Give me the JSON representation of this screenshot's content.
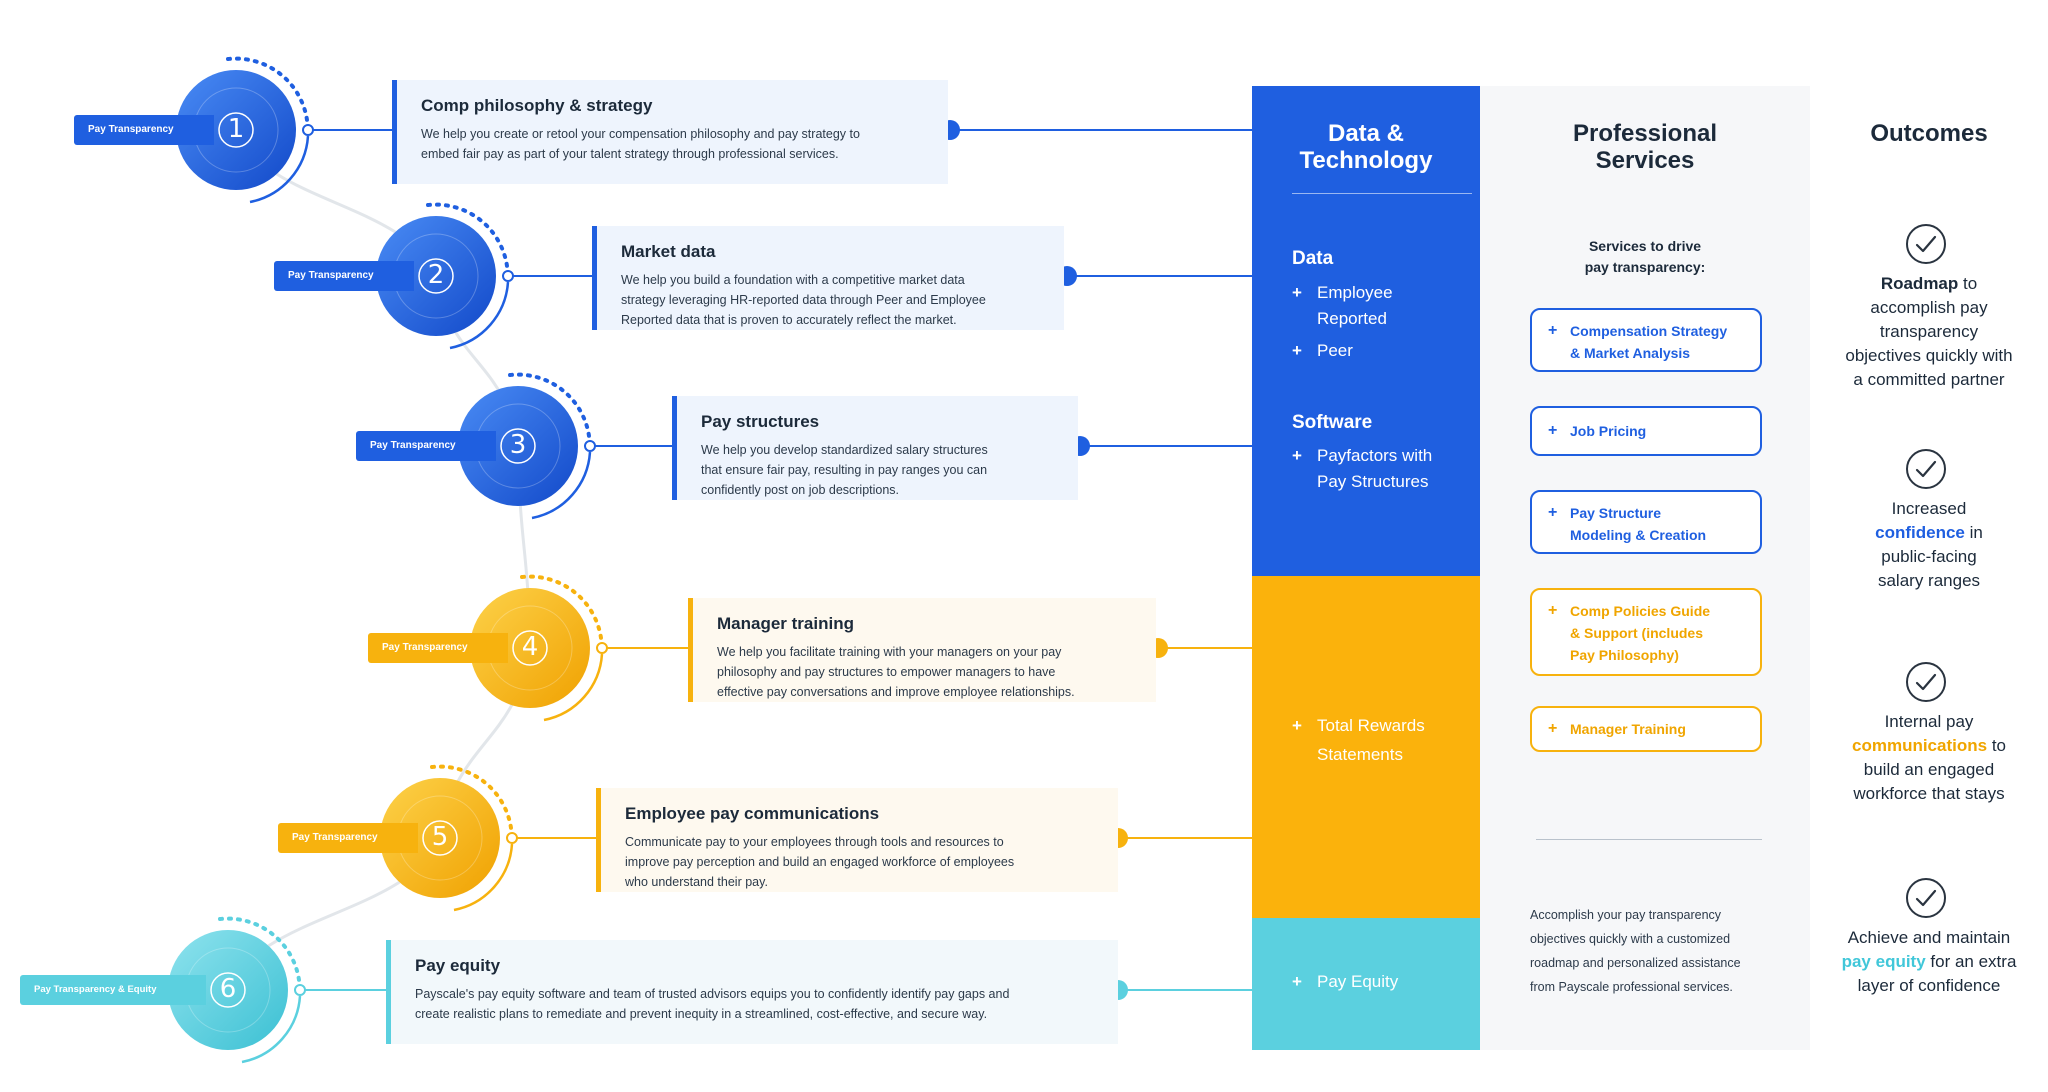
{
  "colors": {
    "blue": "#1f5fe0",
    "gold": "#f7b20e",
    "cyan": "#5bd0df",
    "card_blue_bg": "#eef4fd",
    "card_gold_bg": "#fef9ef",
    "card_cyan_bg": "#f2f8fb"
  },
  "steps": [
    {
      "number": "1",
      "tag": "Pay Transparency",
      "title": "Comp philosophy & strategy",
      "lines": [
        "We help you create or retool your compensation philosophy and pay strategy to",
        "embed fair pay as part of your talent strategy through professional services."
      ]
    },
    {
      "number": "2",
      "tag": "Pay Transparency",
      "title": "Market data",
      "lines": [
        "We help you build a foundation with a competitive market data",
        "strategy leveraging HR-reported data through Peer and Employee",
        "Reported data that is proven to accurately reflect the market."
      ]
    },
    {
      "number": "3",
      "tag": "Pay Transparency",
      "title": "Pay structures",
      "lines": [
        "We help you develop standardized salary structures",
        "that ensure fair pay, resulting in pay ranges you can",
        "confidently post on job descriptions."
      ]
    },
    {
      "number": "4",
      "tag": "Pay Transparency",
      "title": "Manager training",
      "lines": [
        "We help you facilitate training with your managers on your pay",
        "philosophy and pay structures to empower managers to have",
        "effective pay conversations and improve employee relationships."
      ]
    },
    {
      "number": "5",
      "tag": "Pay Transparency",
      "title": "Employee pay communications",
      "lines": [
        "Communicate pay to your employees through tools and resources to",
        "improve pay perception and build an engaged  workforce of employees",
        "who understand their pay."
      ]
    },
    {
      "number": "6",
      "tag": "Pay Transparency & Equity",
      "title": "Pay equity",
      "lines": [
        "Payscale's pay equity software and team of trusted advisors equips you to confidently identify pay gaps and",
        "create realistic plans to remediate and prevent inequity in a streamlined, cost-effective, and secure way."
      ]
    }
  ],
  "data_tech": {
    "title_lines": [
      "Data &",
      "Technology"
    ],
    "data_heading": "Data",
    "data_items": [
      [
        "Employee",
        "Reported"
      ],
      [
        "Peer"
      ]
    ],
    "software_heading": "Software",
    "software_items": [
      [
        "Payfactors with",
        "Pay Structures"
      ]
    ],
    "gold_items": [
      [
        "Total Rewards",
        "Statements"
      ]
    ],
    "cyan_items": [
      [
        "Pay Equity"
      ]
    ],
    "plus": "+"
  },
  "professional_services": {
    "title_lines": [
      "Professional",
      "Services"
    ],
    "subtitle_lines": [
      "Services to drive",
      "pay transparency:"
    ],
    "services": [
      {
        "lines": [
          "Compensation Strategy",
          "& Market Analysis"
        ],
        "tone": "blue"
      },
      {
        "lines": [
          "Job Pricing"
        ],
        "tone": "blue"
      },
      {
        "lines": [
          "Pay Structure",
          "Modeling & Creation"
        ],
        "tone": "blue"
      },
      {
        "lines": [
          "Comp Policies Guide",
          "& Support (includes",
          "Pay Philosophy)"
        ],
        "tone": "gold"
      },
      {
        "lines": [
          "Manager Training"
        ],
        "tone": "gold"
      }
    ],
    "note_lines": [
      "Accomplish your pay transparency",
      "objectives quickly with a customized",
      "roadmap and personalized assistance",
      "from Payscale professional services."
    ]
  },
  "outcomes": {
    "title": "Outcomes",
    "items": [
      {
        "icon": "checkmark-icon",
        "segments": [
          {
            "text": "Roadmap",
            "style": "bold"
          },
          {
            "text": " to\naccomplish pay\ntransparency\nobjectives quickly with\na committed partner",
            "style": "plain"
          }
        ]
      },
      {
        "icon": "checkmark-icon",
        "segments": [
          {
            "text": "Increased\n",
            "style": "plain"
          },
          {
            "text": "confidence",
            "style": "blue"
          },
          {
            "text": " in\npublic-facing\nsalary ranges",
            "style": "plain"
          }
        ]
      },
      {
        "icon": "checkmark-icon",
        "segments": [
          {
            "text": "Internal pay\n",
            "style": "plain"
          },
          {
            "text": "communications",
            "style": "gold"
          },
          {
            "text": " to\nbuild an engaged\nworkforce that stays",
            "style": "plain"
          }
        ]
      },
      {
        "icon": "checkmark-icon",
        "segments": [
          {
            "text": "Achieve and maintain\n",
            "style": "plain"
          },
          {
            "text": "pay equity",
            "style": "cyan"
          },
          {
            "text": " for an extra\nlayer of confidence",
            "style": "plain"
          }
        ]
      }
    ]
  }
}
